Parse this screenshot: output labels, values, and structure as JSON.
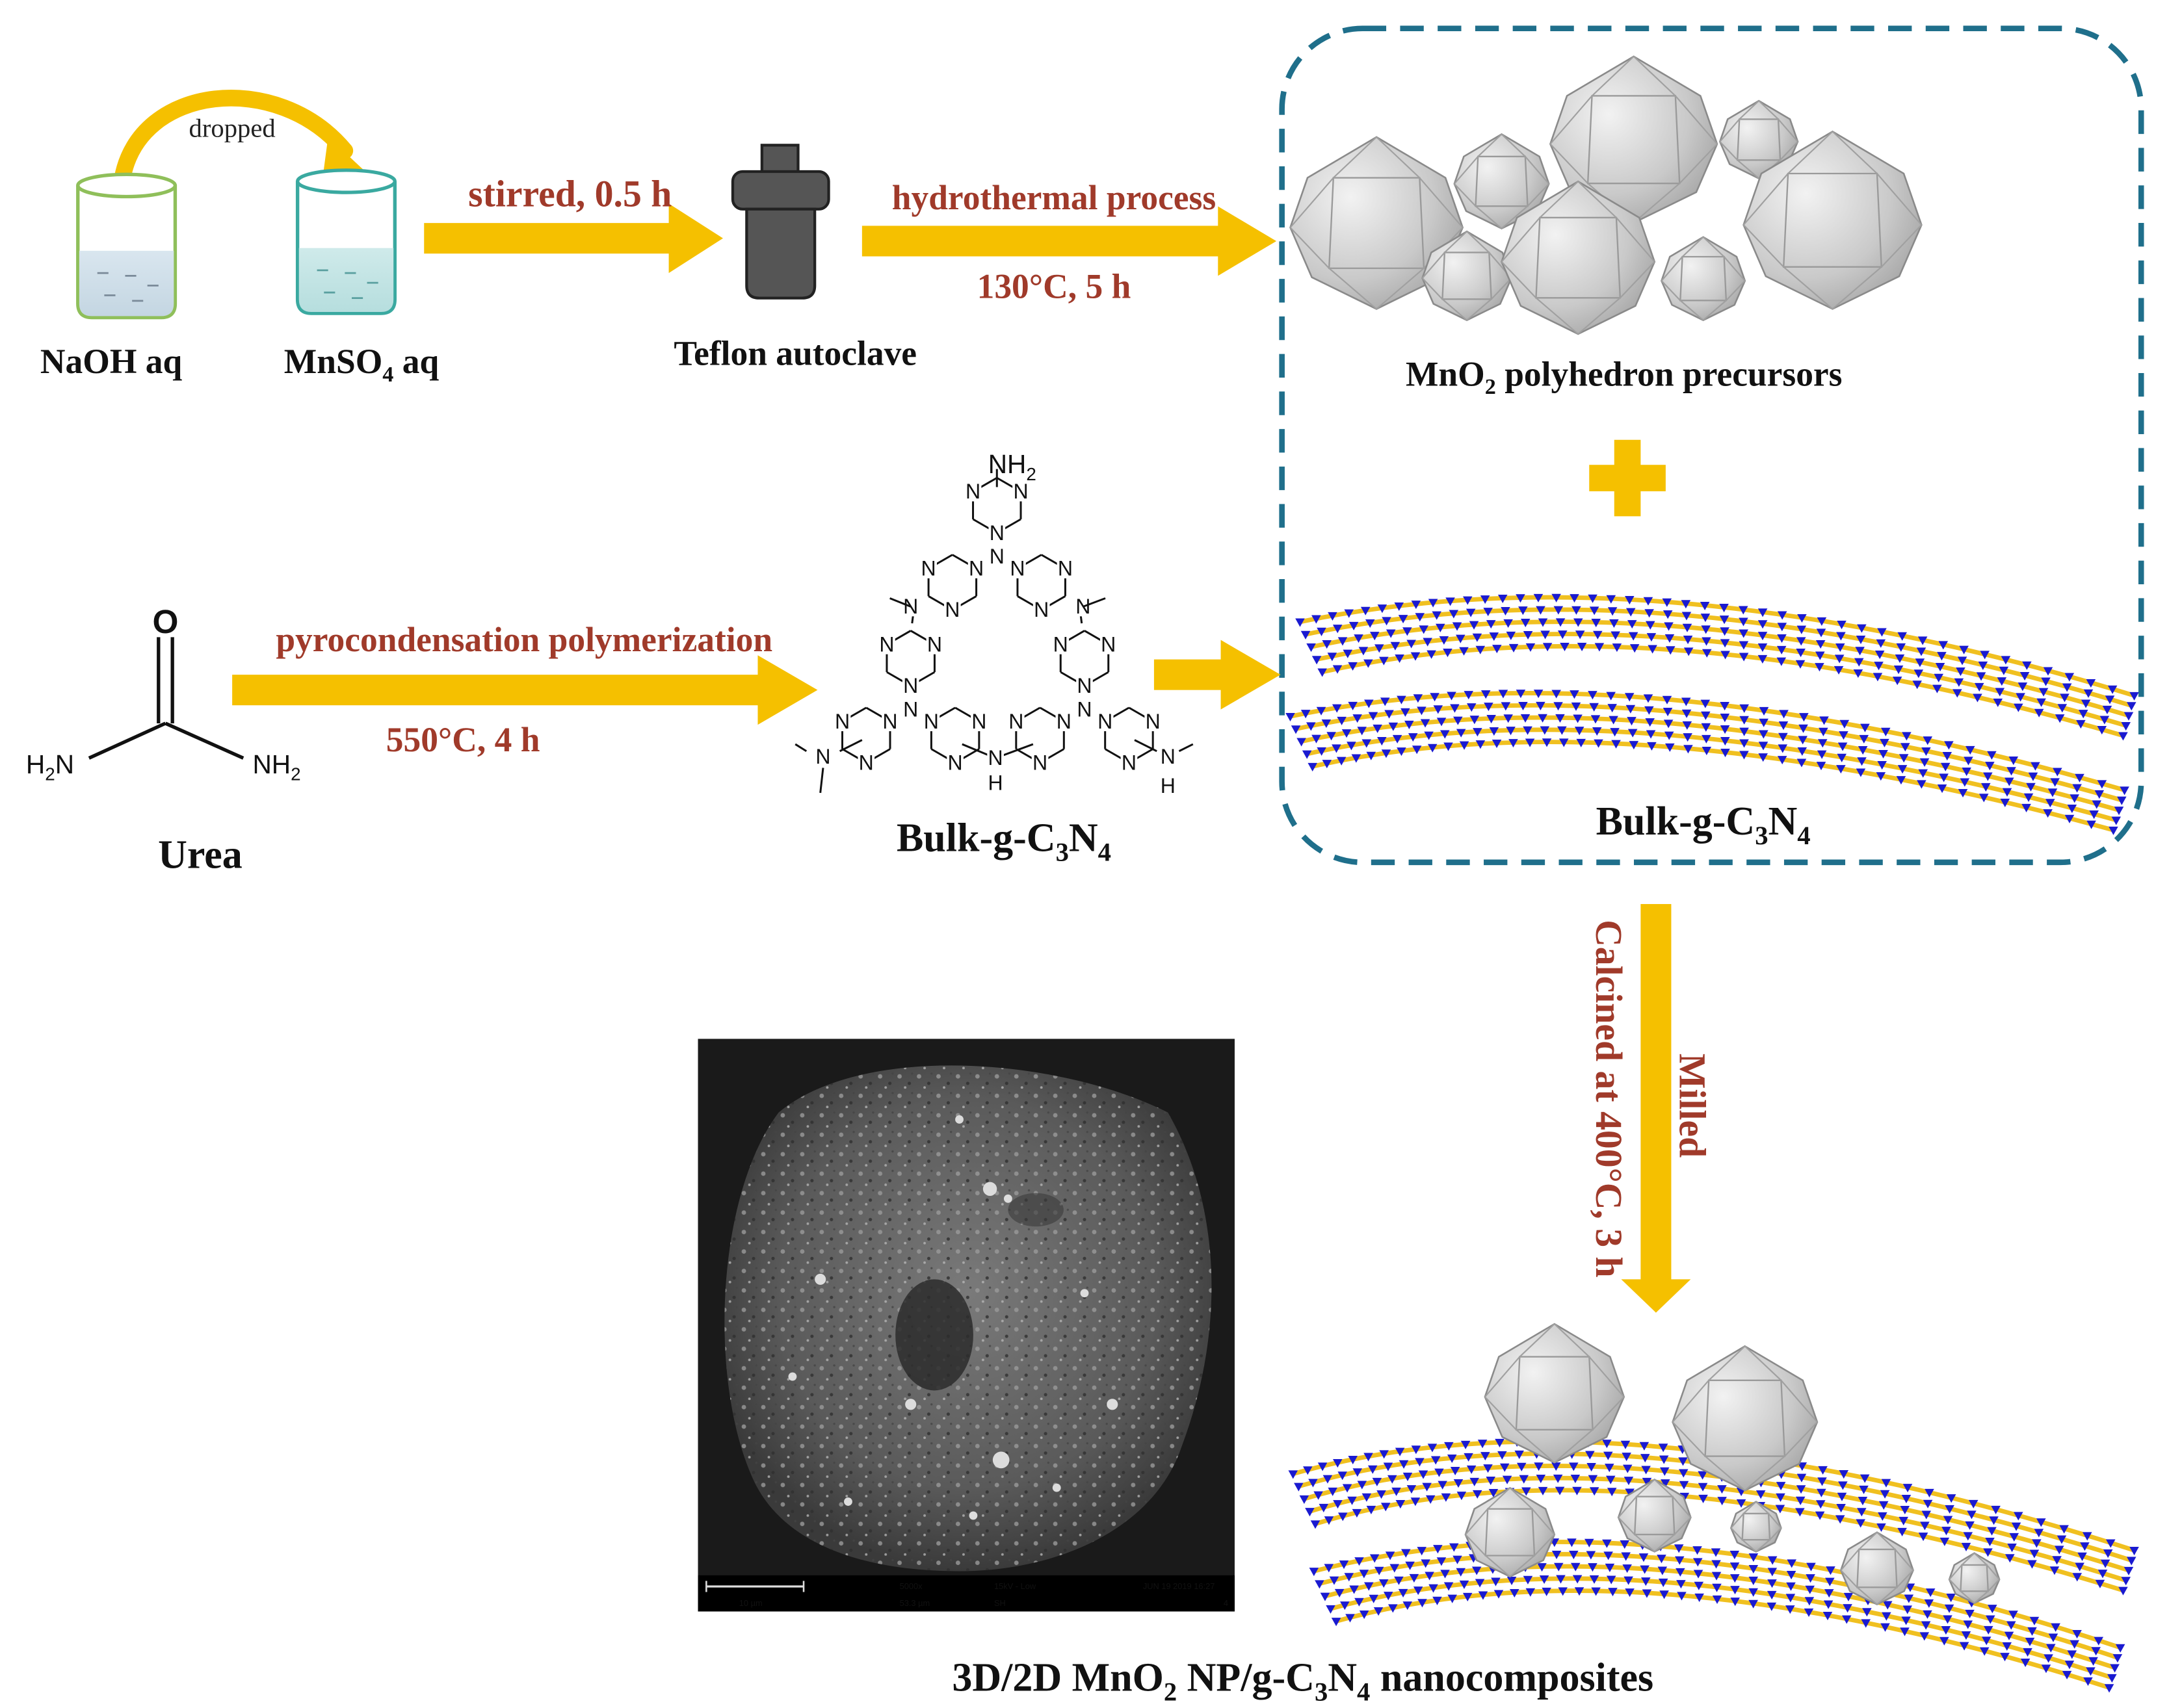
{
  "diagram": {
    "step1": {
      "dropped_label": "dropped",
      "beaker1_label": "NaOH aq",
      "beaker2_label_main": "MnSO",
      "beaker2_label_sub": "4",
      "beaker2_label_tail": " aq",
      "arrow1_label": "stirred, 0.5 h",
      "autoclave_label": "Teflon autoclave",
      "arrow2_label_top": "hydrothermal process",
      "arrow2_label_bottom": "130°C, 5 h"
    },
    "box": {
      "precursor_label_main": "MnO",
      "precursor_label_sub": "2",
      "precursor_label_tail": " polyhedron precursors",
      "bulk_label_main": "Bulk-g-C",
      "bulk_label_sub1": "3",
      "bulk_label_mid": "N",
      "bulk_label_sub2": "4"
    },
    "step2": {
      "urea_o": "O",
      "urea_left_main": "H",
      "urea_left_sub": "2",
      "urea_left_tail": "N",
      "urea_right_main": "NH",
      "urea_right_sub": "2",
      "urea_label": "Urea",
      "arrow_label_top": "pyrocondensation polymerization",
      "arrow_label_bottom": "550°C, 4 h",
      "structure_nh2_main": "NH",
      "structure_nh2_sub": "2",
      "structure_n": "N",
      "structure_h": "H",
      "structure_label_main": "Bulk-g-C",
      "structure_label_sub1": "3",
      "structure_label_mid": "N",
      "structure_label_sub2": "4"
    },
    "step3": {
      "arrow_label_left": "Calcined at 400°C, 3 h",
      "arrow_label_right": "Milled",
      "product_label_a": "3D/2D MnO",
      "product_label_sub1": "2",
      "product_label_b": " NP/g-C",
      "product_label_sub2": "3",
      "product_label_c": "N",
      "product_label_sub3": "4",
      "product_label_d": " nanocomposites"
    },
    "sem": {
      "scale_label": "10 µm",
      "info_mag": "5000x",
      "info_hv": "15kV - Low",
      "info_date": "JUN 19 2019 16:27",
      "info_fov": "53.3 µm",
      "info_sh": "SH",
      "info_n": "4"
    },
    "colors": {
      "arrow": "#f5c000",
      "red_text": "#a03a2a",
      "dashed_box": "#1f6f8b",
      "atom_blue": "#1a1ad0",
      "bond_yellow": "#f0c020"
    }
  }
}
